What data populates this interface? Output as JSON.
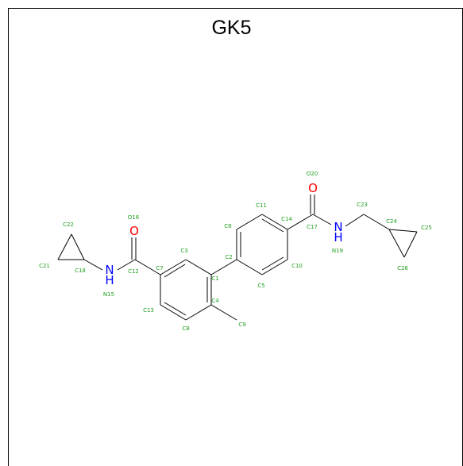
{
  "title": "GK5",
  "colors": {
    "carbon_label": "#1f9f1f",
    "oxygen": "#ff0000",
    "nitrogen": "#0000ff",
    "bond": "#000000",
    "frame": "#000000",
    "background": "#ffffff"
  },
  "atoms": [
    {
      "id": "C1",
      "label": "C1"
    },
    {
      "id": "C2",
      "label": "C2"
    },
    {
      "id": "C3",
      "label": "C3"
    },
    {
      "id": "C4",
      "label": "C4"
    },
    {
      "id": "C5",
      "label": "C5"
    },
    {
      "id": "C6",
      "label": "C6"
    },
    {
      "id": "C7",
      "label": "C7"
    },
    {
      "id": "C8",
      "label": "C8"
    },
    {
      "id": "C9",
      "label": "C9"
    },
    {
      "id": "C10",
      "label": "C10"
    },
    {
      "id": "C11",
      "label": "C11"
    },
    {
      "id": "C12",
      "label": "C12"
    },
    {
      "id": "C13",
      "label": "C13"
    },
    {
      "id": "C14",
      "label": "C14"
    },
    {
      "id": "N15",
      "label": "N15",
      "symbol": "N",
      "h": "H"
    },
    {
      "id": "O16",
      "label": "O16",
      "symbol": "O"
    },
    {
      "id": "C17",
      "label": "C17"
    },
    {
      "id": "C18",
      "label": "C18"
    },
    {
      "id": "N19",
      "label": "N19",
      "symbol": "N",
      "h": "H"
    },
    {
      "id": "O20",
      "label": "O20",
      "symbol": "O"
    },
    {
      "id": "C21",
      "label": "C21"
    },
    {
      "id": "C22",
      "label": "C22"
    },
    {
      "id": "C23",
      "label": "C23"
    },
    {
      "id": "C24",
      "label": "C24"
    },
    {
      "id": "C25",
      "label": "C25"
    },
    {
      "id": "C26",
      "label": "C26"
    }
  ]
}
